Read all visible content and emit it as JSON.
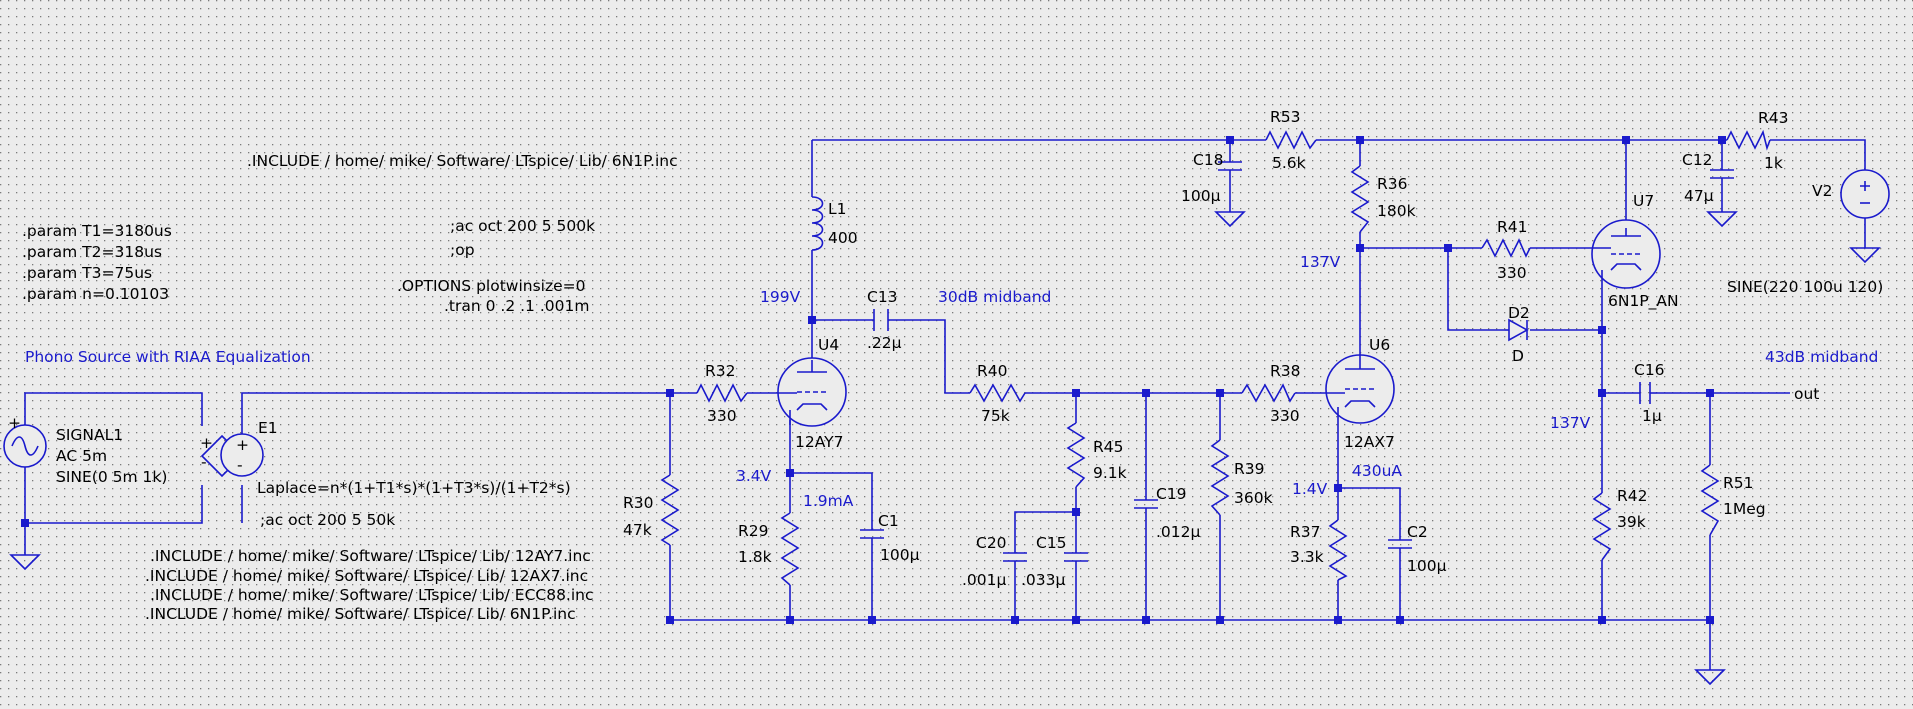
{
  "directives": {
    "include_6n1p_top": ".INCLUDE / home/ mike/ Software/ LTspice/ Lib/ 6N1P.inc",
    "param_t1": ".param T1=3180us",
    "param_t2": ".param T2=318us",
    "param_t3": ".param T3=75us",
    "param_n": ".param n=0.10103",
    "ac_comment": ";ac oct 200 5 500k",
    "op_comment": ";op",
    "options": ".OPTIONS plotwinsize=0",
    "tran": ".tran 0 .2 .1 .001m",
    "laplace": "Laplace=n*(1+T1*s)*(1+T3*s)/(1+T2*s)",
    "ac_comment2": ";ac oct 200 5 50k",
    "include_12ay7": ".INCLUDE / home/ mike/ Software/ LTspice/ Lib/ 12AY7.inc",
    "include_12ax7": ".INCLUDE / home/ mike/ Software/ LTspice/ Lib/ 12AX7.inc",
    "include_ecc88": ".INCLUDE / home/ mike/ Software/ LTspice/ Lib/ ECC88.inc",
    "include_6n1p": ".INCLUDE / home/ mike/ Software/ LTspice/ Lib/ 6N1P.inc"
  },
  "annotations": {
    "phono": "Phono Source with RIAA Equalization",
    "mid30": "30dB midband",
    "mid43": "43dB midband",
    "v199": "199V",
    "v137a": "137V",
    "v137b": "137V",
    "v34": "3.4V",
    "i19": "1.9mA",
    "v14": "1.4V",
    "i430": "430uA"
  },
  "components": {
    "signal1": {
      "name": "SIGNAL1",
      "line2": "AC 5m",
      "line3": "SINE(0 5m 1k)"
    },
    "e1": {
      "name": "E1"
    },
    "r32": {
      "name": "R32",
      "value": "330"
    },
    "r30": {
      "name": "R30",
      "value": "47k"
    },
    "r29": {
      "name": "R29",
      "value": "1.8k"
    },
    "c1": {
      "name": "C1",
      "value": "100µ"
    },
    "u4": {
      "name": "U4",
      "model": "12AY7"
    },
    "l1": {
      "name": "L1",
      "value": "400"
    },
    "c13": {
      "name": "C13",
      "value": ".22µ"
    },
    "r40": {
      "name": "R40",
      "value": "75k"
    },
    "r45": {
      "name": "R45",
      "value": "9.1k"
    },
    "c20": {
      "name": "C20",
      "value": ".001µ"
    },
    "c15": {
      "name": "C15",
      "value": ".033µ"
    },
    "c19": {
      "name": "C19",
      "value": ".012µ"
    },
    "r39": {
      "name": "R39",
      "value": "360k"
    },
    "r38": {
      "name": "R38",
      "value": "330"
    },
    "u6": {
      "name": "U6",
      "model": "12AX7"
    },
    "r37": {
      "name": "R37",
      "value": "3.3k"
    },
    "c2": {
      "name": "C2",
      "value": "100µ"
    },
    "c18": {
      "name": "C18",
      "value": "100µ"
    },
    "r53": {
      "name": "R53",
      "value": "5.6k"
    },
    "r36": {
      "name": "R36",
      "value": "180k"
    },
    "r41": {
      "name": "R41",
      "value": "330"
    },
    "d2": {
      "name": "D2",
      "value": "D"
    },
    "u7": {
      "name": "U7",
      "model": "6N1P_AN"
    },
    "r42": {
      "name": "R42",
      "value": "39k"
    },
    "c16": {
      "name": "C16",
      "value": "1µ"
    },
    "r51": {
      "name": "R51",
      "value": "1Meg"
    },
    "c12": {
      "name": "C12",
      "value": "47µ"
    },
    "r43": {
      "name": "R43",
      "value": "1k"
    },
    "v2": {
      "name": "V2",
      "value": "SINE(220 100u 120)"
    }
  },
  "nets": {
    "out": "out"
  }
}
